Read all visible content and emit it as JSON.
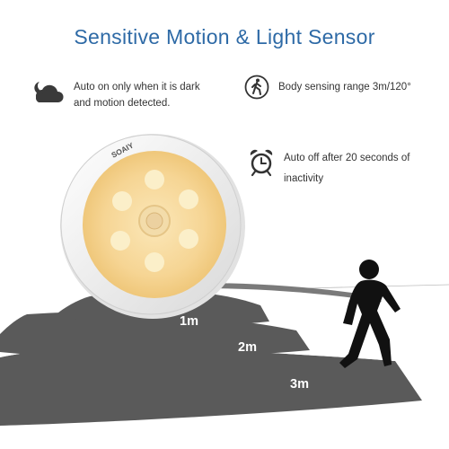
{
  "title": "Sensitive Motion & Light Sensor",
  "features": [
    {
      "icon": "night-cloud-moon-icon",
      "text": "Auto on only when it is dark and motion detected."
    },
    {
      "icon": "person-walking-icon",
      "text": "Body sensing range 3m/120°"
    },
    {
      "icon": "alarm-clock-icon",
      "text": "Auto off after 20 seconds of inactivity"
    }
  ],
  "product": {
    "brand": "SOAIY",
    "led_count": 6
  },
  "range_labels": [
    "1m",
    "2m",
    "3m"
  ],
  "colors": {
    "title": "#2e6aa6",
    "floor_band": "#5a5a5a",
    "led_glow": "#f7d99a"
  }
}
